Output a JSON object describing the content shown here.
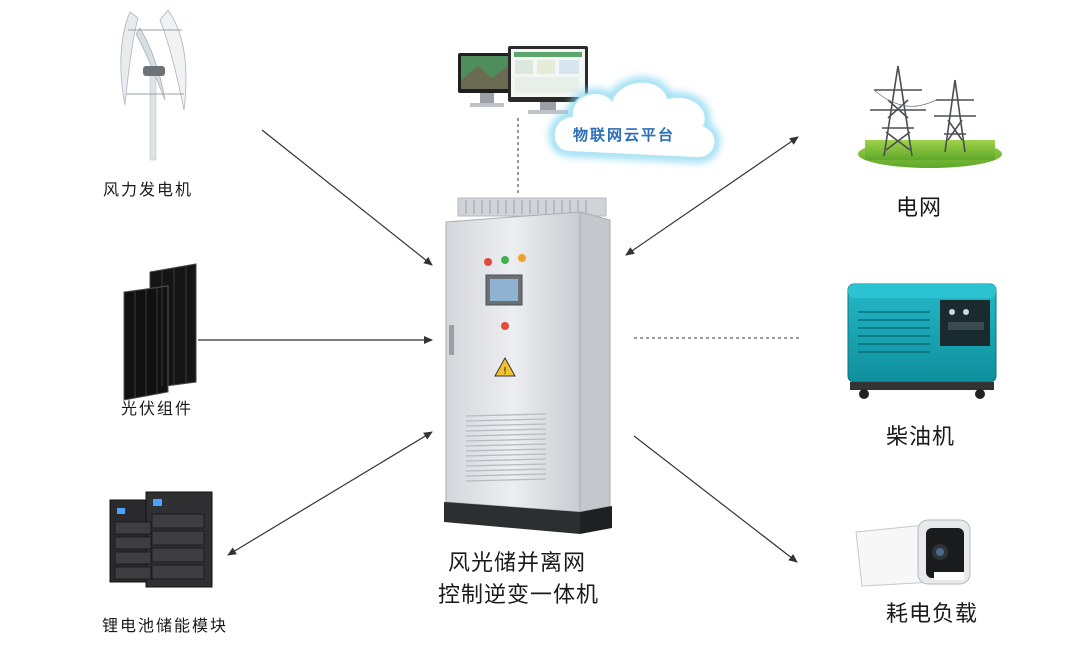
{
  "nodes": {
    "wind": {
      "label": "风力发电机",
      "icon": "wind-turbine-icon"
    },
    "solar": {
      "label": "光伏组件",
      "icon": "solar-panel-icon"
    },
    "battery": {
      "label": "锂电池储能模块",
      "icon": "battery-cabinet-icon"
    },
    "grid": {
      "label": "电网",
      "icon": "power-tower-icon"
    },
    "diesel": {
      "label": "柴油机",
      "icon": "diesel-generator-icon"
    },
    "load": {
      "label": "耗电负载",
      "icon": "camera-load-icon"
    },
    "monitor": {
      "icon": "monitor-screens-icon"
    },
    "cloud": {
      "label": "物联网云平台",
      "icon": "cloud-icon"
    },
    "center": {
      "title_line1": "风光储并离网",
      "title_line2": "控制逆变一体机",
      "icon": "inverter-cabinet-icon"
    }
  },
  "colors": {
    "arrow": "#333333",
    "cloud_glow": "#7fd4ef",
    "cloud_text": "#2d6fb7",
    "generator": "#19a9b8",
    "cabinet": "#e3e5e8"
  }
}
